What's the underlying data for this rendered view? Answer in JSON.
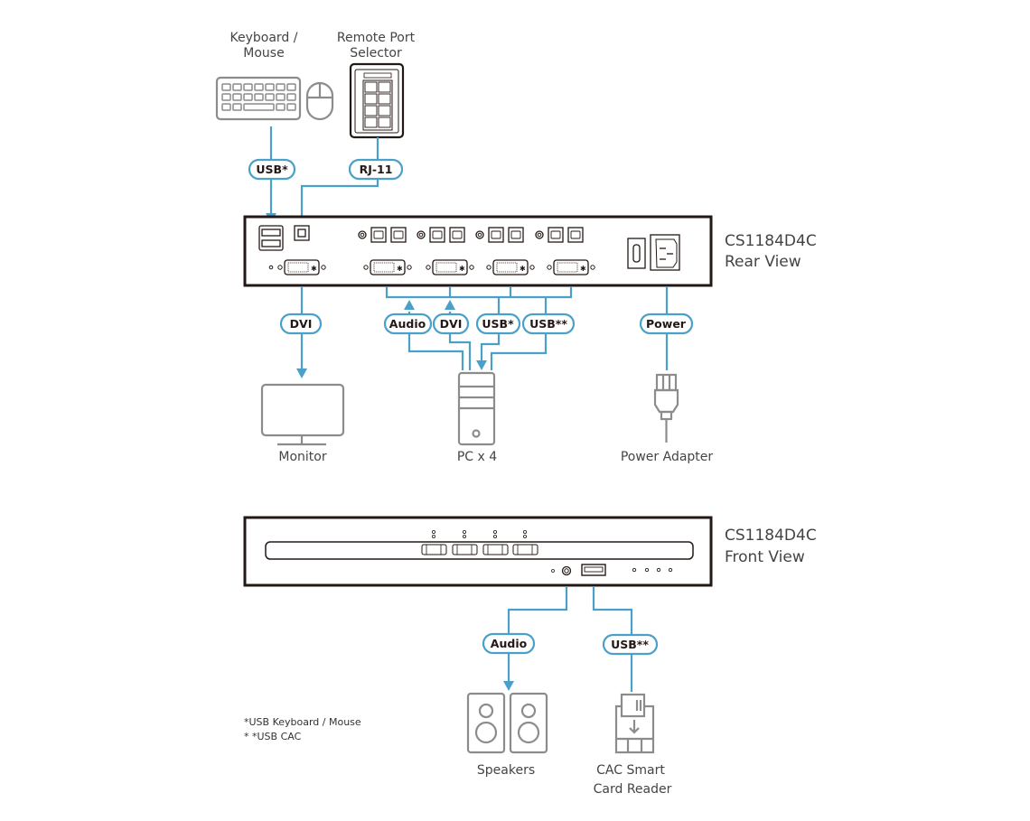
{
  "colors": {
    "cable": "#4aa0c8",
    "device_outline": "#8c8c8c",
    "panel_outline": "#231815",
    "text": "#444444"
  },
  "devices": {
    "keyboard_mouse": {
      "label_line1": "Keyboard /",
      "label_line2": "Mouse",
      "icon": "keyboard-mouse-icon"
    },
    "remote_port_selector": {
      "label_line1": "Remote Port",
      "label_line2": "Selector",
      "icon": "remote-port-selector-icon"
    },
    "monitor": {
      "label": "Monitor",
      "icon": "monitor-icon"
    },
    "pc": {
      "label": "PC x 4",
      "icon": "pc-tower-icon"
    },
    "power_adapter": {
      "label": "Power Adapter",
      "icon": "power-plug-icon"
    },
    "speakers": {
      "label": "Speakers",
      "icon": "speakers-icon"
    },
    "cac_reader": {
      "label_line1": "CAC Smart",
      "label_line2": "Card Reader",
      "icon": "smart-card-reader-icon"
    }
  },
  "rear_panel": {
    "model": "CS1184D4C",
    "view": "Rear View"
  },
  "front_panel": {
    "model": "CS1184D4C",
    "view": "Front View"
  },
  "cables": {
    "kbm_usb": "USB*",
    "rj11": "RJ-11",
    "monitor_dvi": "DVI",
    "pc_audio": "Audio",
    "pc_dvi": "DVI",
    "pc_usb": "USB*",
    "pc_usb_cac": "USB**",
    "power": "Power",
    "front_audio": "Audio",
    "front_usb_cac": "USB**"
  },
  "footnotes": [
    "*USB Keyboard / Mouse",
    "* *USB CAC"
  ]
}
